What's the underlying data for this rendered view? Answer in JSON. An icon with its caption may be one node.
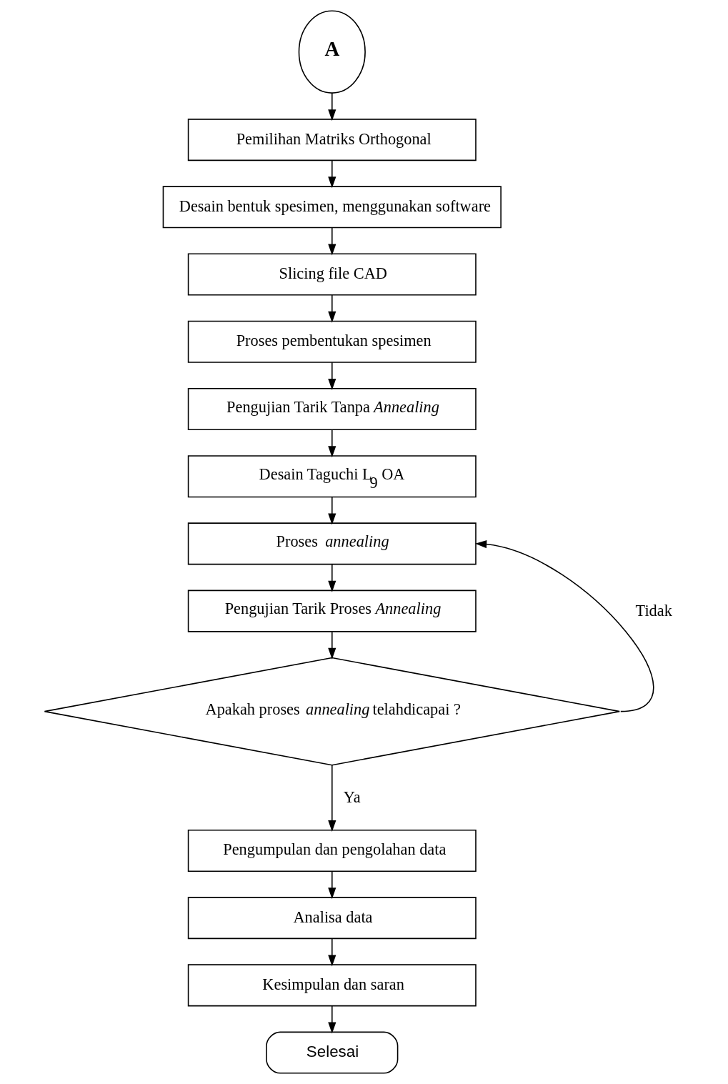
{
  "diagram": {
    "nodes": [
      {
        "text": [
          "A"
        ]
      },
      {
        "text": [
          "Pemilihan Matriks Orthogonal"
        ]
      },
      {
        "text": [
          "Desain bentuk spesimen, menggunakan software"
        ]
      },
      {
        "text": [
          "Slicing file CAD"
        ]
      },
      {
        "text": [
          "Proses pembentukan spesimen"
        ]
      },
      {
        "text": [
          "Pengujian Tarik Tanpa *Annealing*"
        ]
      },
      {
        "text": [
          "Desain Taguchi L$_{9}$ OA"
        ]
      },
      {
        "text": [
          "Proses *annealing*"
        ]
      },
      {
        "text": [
          "Pengujian Tarik Proses *Annealing*"
        ]
      },
      {
        "text": [
          "Apakah proses *annealing* telahdicapai ?"
        ]
      },
      {
        "text": [
          "Pengumpulan dan pengolahan data"
        ]
      },
      {
        "text": [
          "Analisa data"
        ]
      },
      {
        "text": [
          "Kesimpulan dan saran"
        ]
      },
      {
        "text": [
          "Selesai"
        ]
      }
    ],
    "edges": [
      {
        "from": 0,
        "to": 1,
        "arrow": "to"
      },
      {
        "from": 1,
        "to": 2,
        "arrow": "to"
      },
      {
        "from": 2,
        "to": 3,
        "arrow": "to"
      },
      {
        "from": 3,
        "to": 4,
        "arrow": "to"
      },
      {
        "from": 4,
        "to": 5,
        "arrow": "to"
      },
      {
        "from": 5,
        "to": 6,
        "arrow": "to"
      },
      {
        "from": 6,
        "to": 7,
        "arrow": "to"
      },
      {
        "from": 7,
        "to": 8,
        "arrow": "to"
      },
      {
        "from": 8,
        "to": 9,
        "arrow": "to"
      },
      {
        "from": 9,
        "to": 7,
        "arrow": "to",
        "label": "Tidak"
      },
      {
        "from": 9,
        "to": 10,
        "arrow": "to",
        "label": "Ya"
      },
      {
        "from": 10,
        "to": 11,
        "arrow": "to"
      },
      {
        "from": 11,
        "to": 12,
        "arrow": "to"
      },
      {
        "from": 12,
        "to": 13,
        "arrow": "to"
      }
    ]
  }
}
